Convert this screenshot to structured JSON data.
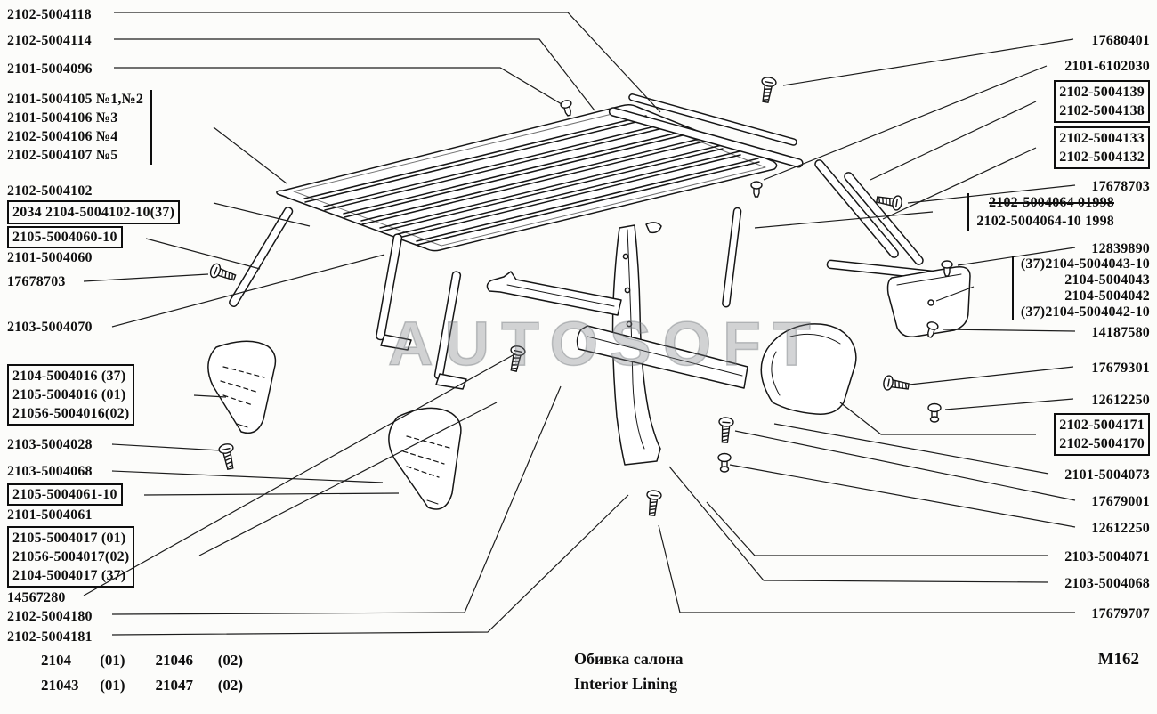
{
  "watermark": "AUTOSOFT",
  "footer": {
    "models": {
      "row1": [
        "2104",
        "(01)",
        "21046",
        "(02)"
      ],
      "row2": [
        "21043",
        "(01)",
        "21047",
        "(02)"
      ]
    },
    "title_ru": "Обивка салона",
    "title_en": "Interior Lining",
    "sheet_code": "M162"
  },
  "labels": {
    "left": [
      {
        "lines": [
          "2102-5004118"
        ]
      },
      {
        "lines": [
          "2102-5004114"
        ]
      },
      {
        "lines": [
          "2101-5004096"
        ]
      },
      {
        "lines": [
          "2101-5004105 №1,№2",
          "2101-5004106 №3",
          "2102-5004106 №4",
          "2102-5004107 №5"
        ]
      },
      {
        "lines": [
          "2102-5004102"
        ]
      },
      {
        "lines": [
          "2034 2104-5004102-10(37)"
        ]
      },
      {
        "lines": [
          "2105-5004060-10",
          "2101-5004060"
        ]
      },
      {
        "lines": [
          "17678703"
        ]
      },
      {
        "lines": [
          "2103-5004070"
        ]
      },
      {
        "lines": [
          "2104-5004016 (37)",
          "2105-5004016 (01)",
          "21056-5004016(02)"
        ]
      },
      {
        "lines": [
          "2103-5004028"
        ]
      },
      {
        "lines": [
          "2103-5004068"
        ]
      },
      {
        "lines": [
          "2105-5004061-10",
          "2101-5004061"
        ]
      },
      {
        "lines": [
          "2105-5004017 (01)",
          "21056-5004017(02)",
          "2104-5004017 (37)"
        ]
      },
      {
        "lines": [
          "14567280"
        ]
      },
      {
        "lines": [
          "2102-5004180"
        ]
      },
      {
        "lines": [
          "2102-5004181"
        ]
      }
    ],
    "right": [
      {
        "lines": [
          "17680401"
        ]
      },
      {
        "lines": [
          "2101-6102030"
        ]
      },
      {
        "lines": [
          "2102-5004139",
          "2102-5004138"
        ]
      },
      {
        "lines": [
          "2102-5004133",
          "2102-5004132"
        ]
      },
      {
        "lines": [
          "17678703"
        ]
      },
      {
        "lines": [
          "2102-5004064 01998",
          "2102-5004064-10 1998"
        ]
      },
      {
        "lines": [
          "12839890"
        ]
      },
      {
        "lines": [
          "(37)2104-5004043-10",
          "2104-5004043",
          "2104-5004042",
          "(37)2104-5004042-10"
        ]
      },
      {
        "lines": [
          "14187580"
        ]
      },
      {
        "lines": [
          "17679301"
        ]
      },
      {
        "lines": [
          "12612250"
        ]
      },
      {
        "lines": [
          "2102-5004171",
          "2102-5004170"
        ]
      },
      {
        "lines": [
          "2101-5004073"
        ]
      },
      {
        "lines": [
          "17679001"
        ]
      },
      {
        "lines": [
          "12612250"
        ]
      },
      {
        "lines": [
          "2103-5004071"
        ]
      },
      {
        "lines": [
          "2103-5004068"
        ]
      },
      {
        "lines": [
          "17679707"
        ]
      }
    ]
  }
}
